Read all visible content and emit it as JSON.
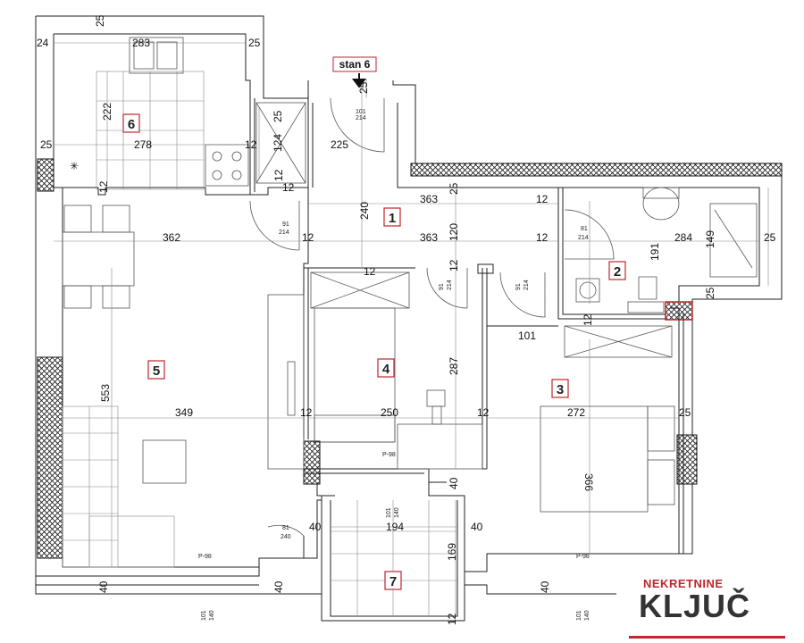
{
  "entrance_label": "stan 6",
  "rooms": [
    "6",
    "1",
    "2",
    "3",
    "4",
    "5",
    "7"
  ],
  "dimensions": {
    "d25a": "25",
    "d283": "283",
    "d24": "24",
    "d25b": "25",
    "d222": "222",
    "d278": "278",
    "d25c": "25",
    "d12a": "12",
    "d12b": "12",
    "d25d": "25",
    "d124": "124",
    "d225": "225",
    "d12c": "12",
    "d12d": "12",
    "d240": "240",
    "d363a": "363",
    "d25e": "25",
    "d12e": "12",
    "d25f": "25",
    "d362": "362",
    "d12f": "12",
    "d363b": "363",
    "d120": "120",
    "d12g": "12",
    "d284": "284",
    "d149": "149",
    "d25g": "25",
    "d191": "191",
    "d12h": "12",
    "d12i": "12",
    "d25h": "25",
    "d12j": "12",
    "d101": "101",
    "d553": "553",
    "d287": "287",
    "d349": "349",
    "d12k": "12",
    "d250": "250",
    "d12l": "12",
    "d272": "272",
    "d25i": "25",
    "d366": "366",
    "d40a": "40",
    "d40b": "40",
    "d194": "194",
    "d40c": "40",
    "d169": "169",
    "d40d": "40",
    "d40e": "40",
    "d40f": "40",
    "d12m": "12"
  },
  "doors": {
    "a": [
      "101",
      "214"
    ],
    "b": [
      "91",
      "214"
    ],
    "c": [
      "81",
      "214"
    ],
    "d": [
      "91",
      "214"
    ],
    "e": [
      "91",
      "214"
    ],
    "f": [
      "81",
      "240"
    ],
    "g": [
      "101",
      "140"
    ],
    "h": [
      "101",
      "140"
    ],
    "i": [
      "101",
      "140"
    ]
  },
  "windows": {
    "w1": "P-98",
    "w2": "P-98",
    "w3": "P-98"
  },
  "logo": {
    "top": "NEKRETNINE",
    "main": "KLJUČ"
  },
  "colors": {
    "wall": "#111111",
    "accent": "#c0262c",
    "hatch": "#555555"
  }
}
